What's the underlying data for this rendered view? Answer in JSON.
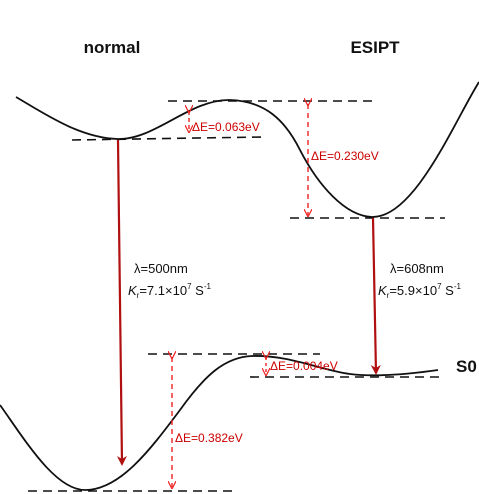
{
  "diagram": {
    "headers": {
      "normal": "normal",
      "esipt": "ESIPT",
      "s0": "S0"
    },
    "energy_gaps": {
      "normal_excited": "ΔE=0.063eV",
      "esipt_excited": "ΔE=0.230eV",
      "esipt_ground": "ΔE=0.004eV",
      "normal_ground": "ΔE=0.382eV"
    },
    "transitions": {
      "normal": {
        "wavelength": "λ=500nm",
        "kr_symbol": "K",
        "kr_sub": "r",
        "kr_value": "=7.1×10",
        "kr_exp": "7",
        "kr_unit": " S",
        "kr_unit_exp": "-1"
      },
      "esipt": {
        "wavelength": "λ=608nm",
        "kr_symbol": "K",
        "kr_sub": "r",
        "kr_value": "=5.9×10",
        "kr_exp": "7",
        "kr_unit": " S",
        "kr_unit_exp": "-1"
      }
    },
    "colors": {
      "curve": "#111111",
      "dashed": "#111111",
      "arrow": "#b01010",
      "gap_arrow": "#ee2222",
      "gap_text": "#cc0000"
    }
  }
}
